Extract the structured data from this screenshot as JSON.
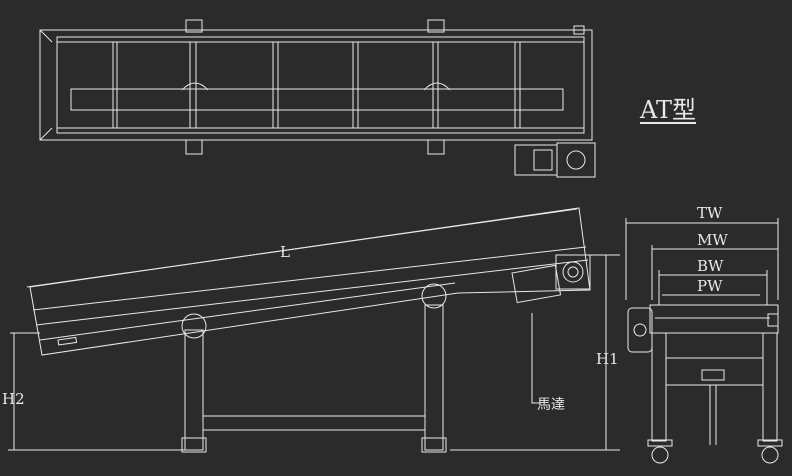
{
  "title": "AT型",
  "dimensions": {
    "L": "L",
    "H1": "H1",
    "H2": "H2",
    "TW": "TW",
    "MW": "MW",
    "BW": "BW",
    "PW": "PW"
  },
  "motor_label": "馬達",
  "colors": {
    "background": "#2b2b2b",
    "line": "#e8e8e8"
  }
}
